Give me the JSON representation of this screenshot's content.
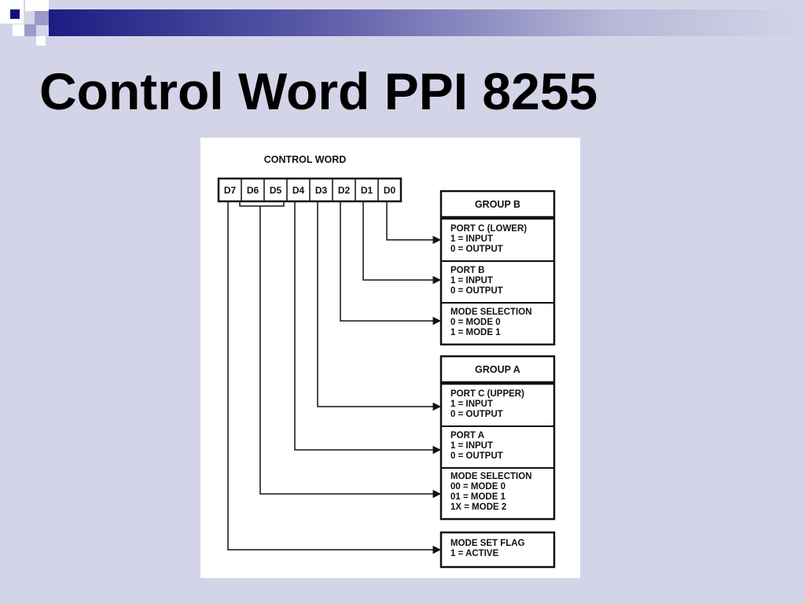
{
  "slide": {
    "title": "Control Word PPI 8255"
  },
  "diagram": {
    "heading": "CONTROL WORD",
    "bits": [
      "D7",
      "D6",
      "D5",
      "D4",
      "D3",
      "D2",
      "D1",
      "D0"
    ],
    "group_b": {
      "header": "GROUP B",
      "port_c_lower": [
        "PORT C (LOWER)",
        "1 = INPUT",
        "0 = OUTPUT"
      ],
      "port_b": [
        "PORT B",
        "1 = INPUT",
        "0 = OUTPUT"
      ],
      "mode_selection": [
        "MODE SELECTION",
        "0 = MODE 0",
        "1 = MODE 1"
      ]
    },
    "group_a": {
      "header": "GROUP A",
      "port_c_upper": [
        "PORT C (UPPER)",
        "1 = INPUT",
        "0 = OUTPUT"
      ],
      "port_a": [
        "PORT A",
        "1 = INPUT",
        "0 = OUTPUT"
      ],
      "mode_selection": [
        "MODE SELECTION",
        "00 = MODE 0",
        "01 = MODE 1",
        "1X = MODE 2"
      ]
    },
    "mode_set_flag": [
      "MODE SET FLAG",
      "1 = ACTIVE"
    ]
  }
}
